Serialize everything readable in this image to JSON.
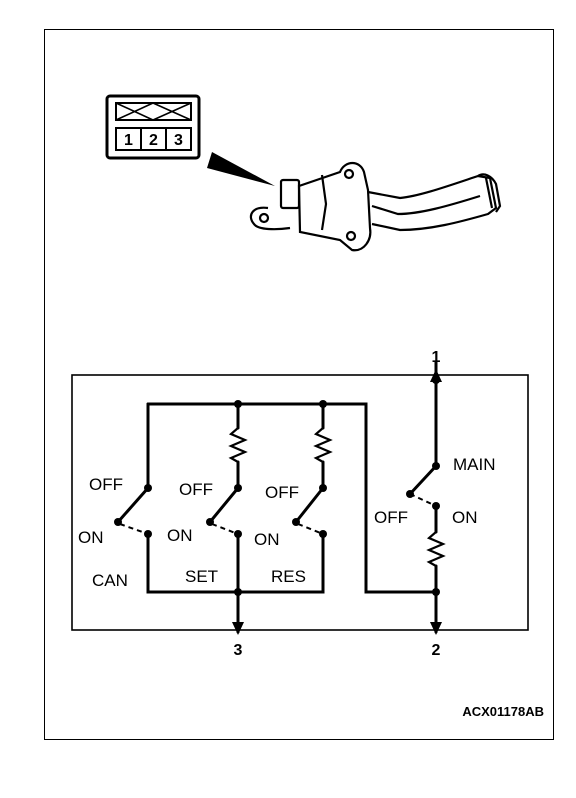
{
  "connector": {
    "pins": [
      "1",
      "2",
      "3"
    ]
  },
  "switches": {
    "can": {
      "off": "OFF",
      "on": "ON",
      "name": "CAN"
    },
    "set": {
      "off": "OFF",
      "on": "ON",
      "name": "SET"
    },
    "res": {
      "off": "OFF",
      "on": "ON",
      "name": "RES"
    },
    "main": {
      "name": "MAIN",
      "off": "OFF",
      "on": "ON"
    }
  },
  "terminals": {
    "t1": "1",
    "t2": "2",
    "t3": "3"
  },
  "figure_code": "ACX01178AB"
}
